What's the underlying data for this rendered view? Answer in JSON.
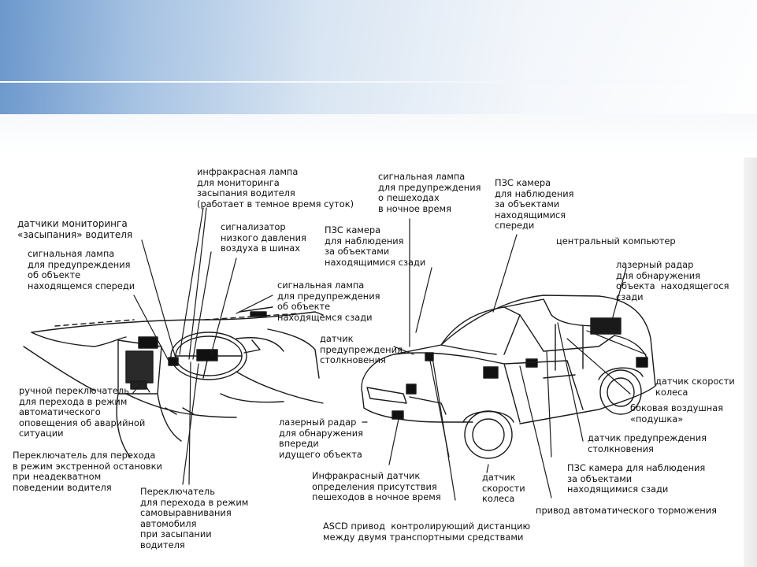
{
  "labels": {
    "ir_lamp": "инфракрасная лампа\nдля мониторинга\nзасыпания водителя\n(работает в темное время суток)",
    "drowsiness_sensors": "датчики мониторинга\n«засыпания» водителя",
    "front_warning_lamp": "сигнальная лампа\nдля предупреждения\nоб объекте\nнаходящемся спереди",
    "tire_pressure": "сигнализатор\nнизкого давления\nвоздуха в шинах",
    "rear_warning_lamp": "сигнальная лампа\nдля предупреждения\nоб объекте\nнаходящемся сзади",
    "collision_sensor_front": "датчик\nпредупреждения\nстолкновения",
    "manual_switch": "ручной переключатель\nдля перехода в режим\nавтоматического\nоповещения об аварийной\nситуации",
    "emergency_switch": "Переключатель для перехода\nв режим экстренной остановки\nпри неадекватном\nповедении водителя",
    "self_level_switch": "Переключатель\nдля перехода в режим\nсамовыравнивания\nавтомобиля\nпри засыпании\nводителя",
    "pedestrian_lamp": "сигнальная лампа\nдля предупреждения\nо пешеходах\nв ночное время",
    "ccd_front": "ПЗС камера\nдля наблюдения\nза объектами\nнаходящимися\nспереди",
    "ccd_rear_top": "ПЗС камера\nдля наблюдения\nза объектами\nнаходящимися сзади",
    "central_computer": "центральный компьютер",
    "laser_radar_rear": "лазерный радар\nдля обнаружения\nобъекта  находящегося\nсзади",
    "wheel_speed_sensor_rear": "датчик скорости\nколеса",
    "side_airbag": "боковая воздушная\n«подушка»",
    "collision_sensor_side": "датчик предупреждения\nстолкновения",
    "ccd_rear_bottom": "ПЗС камера для наблюдения\nза объектами\nнаходящимися сзади",
    "auto_brake": "привод автоматического торможения",
    "laser_radar_front": "лазерный радар\nдля обнаружения\nвпереди\nидущего объекта",
    "ir_pedestrian": "Инфракрасный датчик\nопределения присутствия\nпешеходов в ночное время",
    "wheel_speed_sensor_front": "датчик\nскорости\nколеса",
    "ascd": "ASCD привод  контролирующий дистанцию\nмежду двумя транспортными средствами"
  },
  "colors": {
    "header_blue": "#5f8fc8",
    "ink": "#111111"
  }
}
